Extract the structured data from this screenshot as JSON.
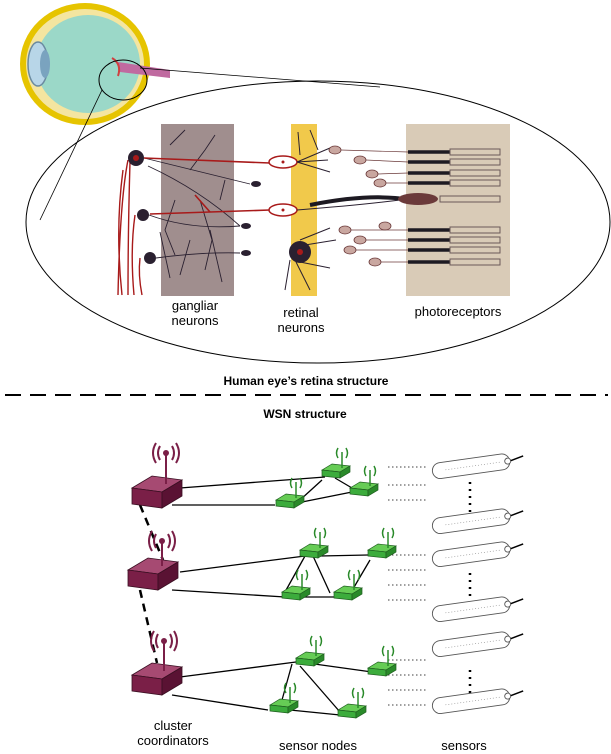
{
  "retina": {
    "labels": {
      "gangliar": "gangliar\nneurons",
      "retinal": "retinal\nneurons",
      "photoreceptors": "photoreceptors"
    },
    "caption": "Human eye’s retina structure"
  },
  "wsn": {
    "title": "WSN structure",
    "labels": {
      "coordinators": "cluster\ncoordinators",
      "sensor_nodes": "sensor nodes",
      "sensors": "sensors"
    }
  },
  "colors": {
    "coordinator": "#7a1f47",
    "sensor_node": "#3cac3c",
    "ganglia_panel": "#8f7a7a",
    "retinal_panel": "#f1c94b",
    "photoreceptor_panel": "#d9cbb7",
    "eye_body": "#9bd8c8",
    "eye_rim": "#f2d82c",
    "neuron_red": "#a81a1a",
    "neuron_dark": "#2a2030"
  }
}
